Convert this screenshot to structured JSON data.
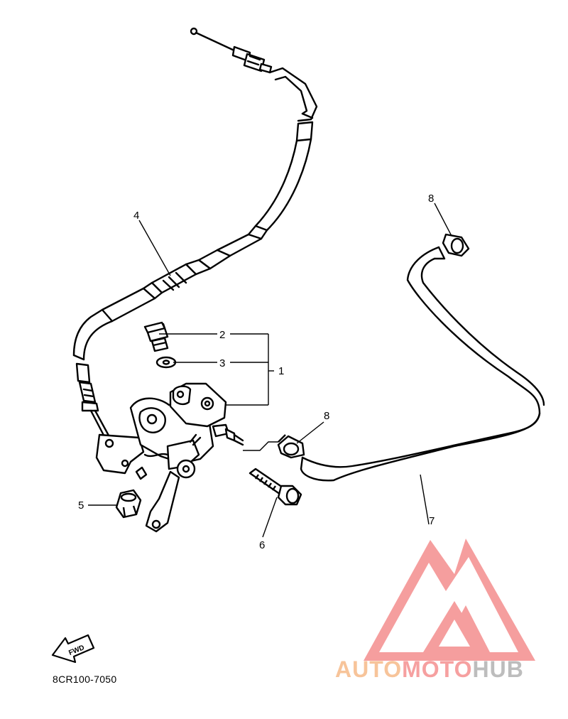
{
  "diagram_code": "8CR100-7050",
  "fwd_label": "FWD",
  "callouts": {
    "c1": "1",
    "c2": "2",
    "c3": "3",
    "c4": "4",
    "c5": "5",
    "c6": "6",
    "c7": "7",
    "c8a": "8",
    "c8b": "8"
  },
  "watermark": {
    "part1": "AUTO",
    "part2": "MOTO",
    "part3": "HUB",
    "colors": {
      "auto": "#f7c49a",
      "moto": "#f6a0a0",
      "hub": "#bdbdbd",
      "logo": "#f48e8e"
    }
  }
}
